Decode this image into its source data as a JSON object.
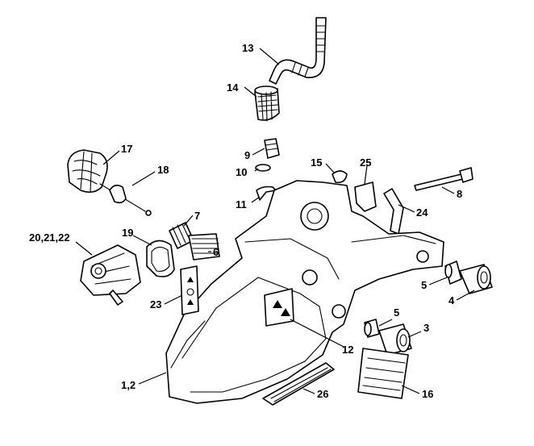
{
  "callouts": [
    {
      "id": "13",
      "text": "13"
    },
    {
      "id": "14",
      "text": "14"
    },
    {
      "id": "17",
      "text": "17"
    },
    {
      "id": "18",
      "text": "18"
    },
    {
      "id": "9",
      "text": "9"
    },
    {
      "id": "10",
      "text": "10"
    },
    {
      "id": "15",
      "text": "15"
    },
    {
      "id": "25",
      "text": "25"
    },
    {
      "id": "8",
      "text": "8"
    },
    {
      "id": "11",
      "text": "11"
    },
    {
      "id": "24",
      "text": "24"
    },
    {
      "id": "7",
      "text": "7"
    },
    {
      "id": "6",
      "text": "6"
    },
    {
      "id": "19",
      "text": "19"
    },
    {
      "id": "20-22",
      "text": "20,21,22"
    },
    {
      "id": "23",
      "text": "23"
    },
    {
      "id": "5a",
      "text": "5"
    },
    {
      "id": "4",
      "text": "4"
    },
    {
      "id": "5b",
      "text": "5"
    },
    {
      "id": "3",
      "text": "3"
    },
    {
      "id": "12",
      "text": "12"
    },
    {
      "id": "1-2",
      "text": "1,2"
    },
    {
      "id": "26",
      "text": "26"
    },
    {
      "id": "16",
      "text": "16"
    }
  ]
}
